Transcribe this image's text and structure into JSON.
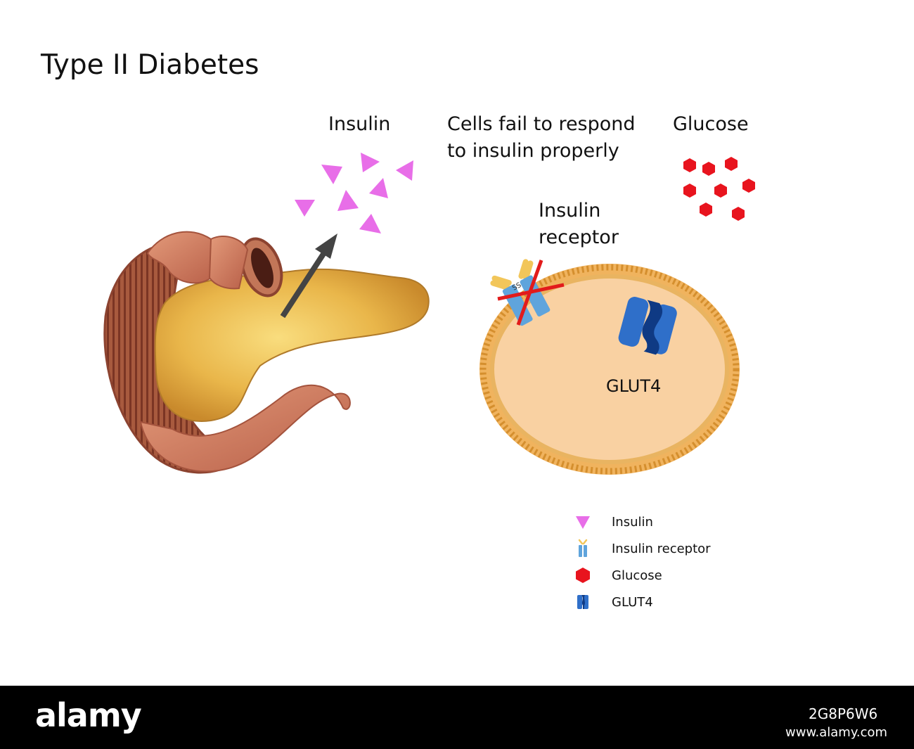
{
  "title": "Type II Diabetes",
  "labels": {
    "insulin": "Insulin",
    "cells_fail": "Cells fail to respond to insulin properly",
    "glucose": "Glucose",
    "insulin_receptor": "Insulin receptor",
    "glut4": "GLUT4"
  },
  "legend": [
    {
      "icon": "insulin-triangle-icon",
      "label": "Insulin"
    },
    {
      "icon": "insulin-receptor-icon",
      "label": "Insulin receptor"
    },
    {
      "icon": "glucose-hexagon-icon",
      "label": "Glucose"
    },
    {
      "icon": "glut4-icon",
      "label": "GLUT4"
    }
  ],
  "colors": {
    "insulin": "#e86ee8",
    "glucose": "#e8141e",
    "receptor_blue": "#5fa4dc",
    "receptor_yellow": "#f2c65a",
    "glut4_blue": "#2f6fc9",
    "glut4_dark": "#0f3a84",
    "cell_fill": "#f9d1a2",
    "membrane": "#e0a347",
    "cross": "#e21b1b",
    "arrow": "#444444"
  },
  "watermark": {
    "brand": "alamy",
    "stock_id": "2G8P6W6",
    "site": "www.alamy.com"
  }
}
